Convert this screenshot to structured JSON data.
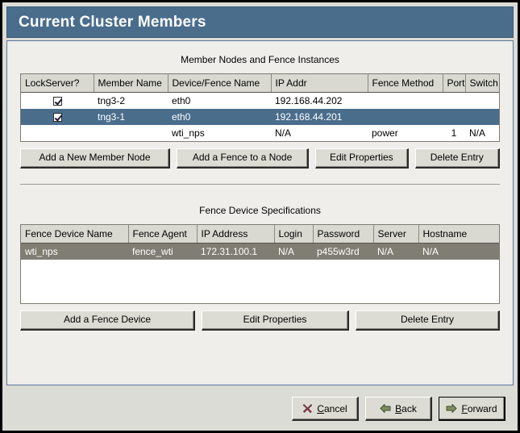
{
  "window": {
    "title": "Current Cluster Members"
  },
  "member_section": {
    "title": "Member Nodes and Fence Instances",
    "columns": [
      "LockServer?",
      "Member Name",
      "Device/Fence Name",
      "IP Addr",
      "Fence Method",
      "Port",
      "Switch"
    ],
    "rows": [
      {
        "lockserver_checked": true,
        "member_name": "tng3-2",
        "device_fence_name": "eth0",
        "ip_addr": "192.168.44.202",
        "fence_method": "",
        "port": "",
        "switch": "",
        "state": "normal"
      },
      {
        "lockserver_checked": true,
        "member_name": "tng3-1",
        "device_fence_name": "eth0",
        "ip_addr": "192.168.44.201",
        "fence_method": "",
        "port": "",
        "switch": "",
        "state": "selected"
      },
      {
        "lockserver_checked": false,
        "member_name": "",
        "device_fence_name": "wti_nps",
        "ip_addr": "N/A",
        "fence_method": "power",
        "port": "1",
        "switch": "N/A",
        "state": "normal"
      }
    ],
    "buttons": [
      "Add a New Member Node",
      "Add a Fence to a Node",
      "Edit Properties",
      "Delete Entry"
    ]
  },
  "fence_section": {
    "title": "Fence Device Specifications",
    "columns": [
      "Fence Device Name",
      "Fence Agent",
      "IP Address",
      "Login",
      "Password",
      "Server",
      "Hostname"
    ],
    "rows": [
      {
        "fence_device_name": "wti_nps",
        "fence_agent": "fence_wti",
        "ip_address": "172.31.100.1",
        "login": "N/A",
        "password": "p455w3rd",
        "server": "N/A",
        "hostname": "N/A",
        "state": "selected"
      }
    ],
    "buttons": [
      "Add a Fence Device",
      "Edit Properties",
      "Delete Entry"
    ]
  },
  "navigation": {
    "cancel": {
      "label_pre": "",
      "label_mnemonic": "C",
      "label_post": "ancel",
      "icon": "cancel-x-icon",
      "icon_color": "#8c3a4a"
    },
    "back": {
      "label_pre": "",
      "label_mnemonic": "B",
      "label_post": "ack",
      "icon": "arrow-left-icon",
      "icon_color": "#7d8f5e"
    },
    "forward": {
      "label_pre": "",
      "label_mnemonic": "F",
      "label_post": "orward",
      "icon": "arrow-right-icon",
      "icon_color": "#7d8f5e"
    }
  },
  "colors": {
    "titlebar": "#4a6d8c",
    "panel_bg": "#efeeea",
    "dialog_bg": "#dcdcd6",
    "row_selected_blue": "#4a6d8c",
    "row_selected_gray": "#807d74",
    "header_bg": "#d9d9d2"
  }
}
